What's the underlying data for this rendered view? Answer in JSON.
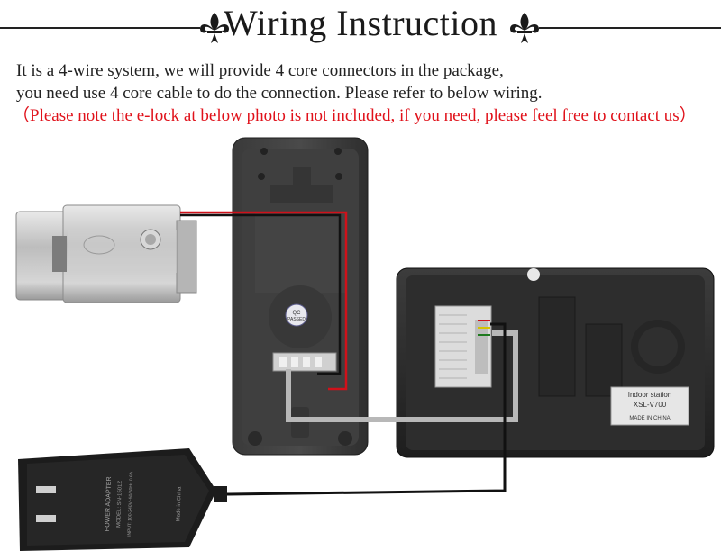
{
  "header": {
    "title": "Wiring Instruction"
  },
  "intro": {
    "line1": "It is a 4-wire system, we will provide 4 core connectors in the package,",
    "line2": "you need use 4 core cable to do the connection. Please refer to below wiring.",
    "note": "（Please note the e-lock at below photo is not included, if you need, please feel free to contact us）"
  },
  "doorbell": {
    "qc_line1": "QC",
    "qc_line2": "PASSED"
  },
  "monitor": {
    "label_line1": "Indoor station",
    "label_line2": "XSL-V700",
    "label_line3": "MADE IN CHINA"
  },
  "adapter": {
    "brand": "POWER ADAPTER",
    "model": "MODEL: SN-1501Z",
    "spec": "INPUT: 100-240V~50/60Hz 0.6A",
    "made": "Made in China"
  },
  "colors": {
    "red_note": "#e0121b",
    "wire_red": "#d0111a",
    "wire_gray": "#b8b8b8"
  }
}
